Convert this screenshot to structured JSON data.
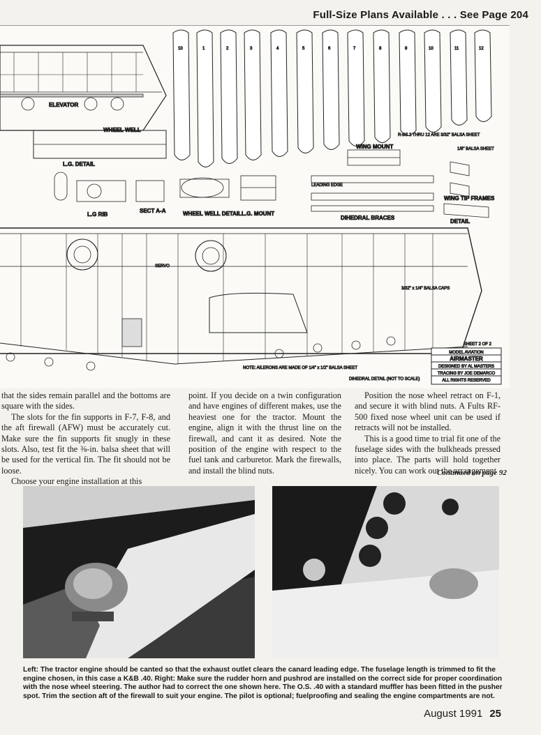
{
  "header": {
    "text": "Full-Size Plans Available . . . See Page 204"
  },
  "plans": {
    "labels": {
      "elevator": "ELEVATOR",
      "wheel_well": "WHEEL WELL",
      "lg_detail": "L.G. DETAIL",
      "lg_rib": "L.G RIB",
      "sect_aa": "SECT A-A",
      "wheel_well_detail": "WHEEL WELL DETAIL",
      "lg_mount": "L.G. MOUNT",
      "wing_mount": "WING MOUNT",
      "dihedral_braces": "DIHEDRAL BRACES",
      "wing_tip_frames": "WING TIP FRAMES",
      "detail": "DETAIL",
      "servo": "SERVO",
      "sheet": "SHEET 2 OF 2",
      "ribs_note": "R-BS 2 THRU 12 ARE 3/32\" BALSA SHEET",
      "tip_balsa": "1/8\" BALSA SHEET",
      "spar_caps": "3/32\" x 1/4\" BALSA CAPS",
      "leading_edge": "LEADING EDGE",
      "aft_note": "NOTE: AILERONS ARE MADE OF 1/4\" x 1/2\" BALSA SHEET",
      "dihedral_detail": "DIHEDRAL DETAIL (NOT TO SCALE)",
      "rib_numbers": [
        "10",
        "1",
        "2",
        "3",
        "4",
        "5",
        "6",
        "7",
        "8",
        "9",
        "10",
        "11",
        "12"
      ]
    },
    "title_block": {
      "line1": "MODEL AVIATION",
      "line2": "AIRMASTER",
      "line3": "DESIGNED BY AL MASTERS",
      "line4": "TRACING BY JOE DEMARCO",
      "line5": "ALL RIGHTS RESERVED"
    }
  },
  "article": {
    "col1": [
      "that the sides remain parallel and the bottoms are square with the sides.",
      "The slots for the fin supports in F-7, F-8, and the aft firewall (AFW) must be accurately cut. Make sure the fin supports fit snugly in these slots. Also, test fit the ⅜-in. balsa sheet that will be used for the vertical fin. The fit should not be loose.",
      "Choose your engine installation at this"
    ],
    "col2": [
      "point. If you decide on a twin configuration and have engines of different makes, use the heaviest one for the tractor. Mount the engine, align it with the thrust line on the firewall, and cant it as desired. Note the position of the engine with respect to the fuel tank and carburetor. Mark the firewalls, and install the blind nuts."
    ],
    "col3": [
      "Position the nose wheel retract on F-1, and secure it with blind nuts. A Fults RF-500 fixed nose wheel unit can be used if retracts will not be installed.",
      "This is a good time to trial fit one of the fuselage sides with the bulkheads pressed into place. The parts will hold together nicely. You can work out the arrangement"
    ],
    "continued": "Continued on page 92"
  },
  "caption": "Left: The tractor engine should be canted so that the exhaust outlet clears the canard leading edge. The fuselage length is trimmed to fit the engine chosen, in this case a K&B .40. Right: Make sure the rudder horn and pushrod are installed on the correct side for proper coordination with the nose wheel steering. The author had to correct the one shown here. The O.S. .40 with a standard muffler has been fitted in the pusher spot. Trim the section aft of the firewall to suit your engine. The pilot is optional; fuelproofing and sealing the engine compartments are not.",
  "footer": {
    "date": "August 1991",
    "page": "25"
  }
}
